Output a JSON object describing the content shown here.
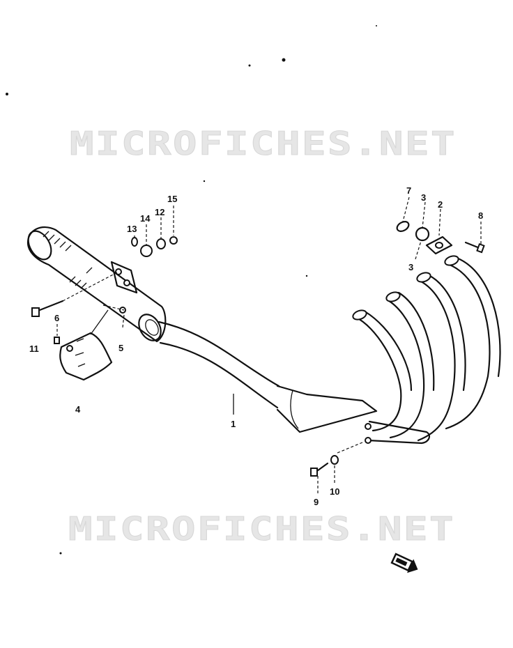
{
  "watermarks": [
    "MICROFICHES.NET",
    "MICROFICHES.NET"
  ],
  "callouts": {
    "p1": "1",
    "p2": "2",
    "p3a": "3",
    "p3b": "3",
    "p4": "4",
    "p5": "5",
    "p6": "6",
    "p7": "7",
    "p8": "8",
    "p9": "9",
    "p10": "10",
    "p11": "11",
    "p12": "12",
    "p13": "13",
    "p14": "14",
    "p15": "15"
  },
  "colors": {
    "ink": "#111111",
    "watermark": "#e6e6e6",
    "background": "#ffffff"
  }
}
